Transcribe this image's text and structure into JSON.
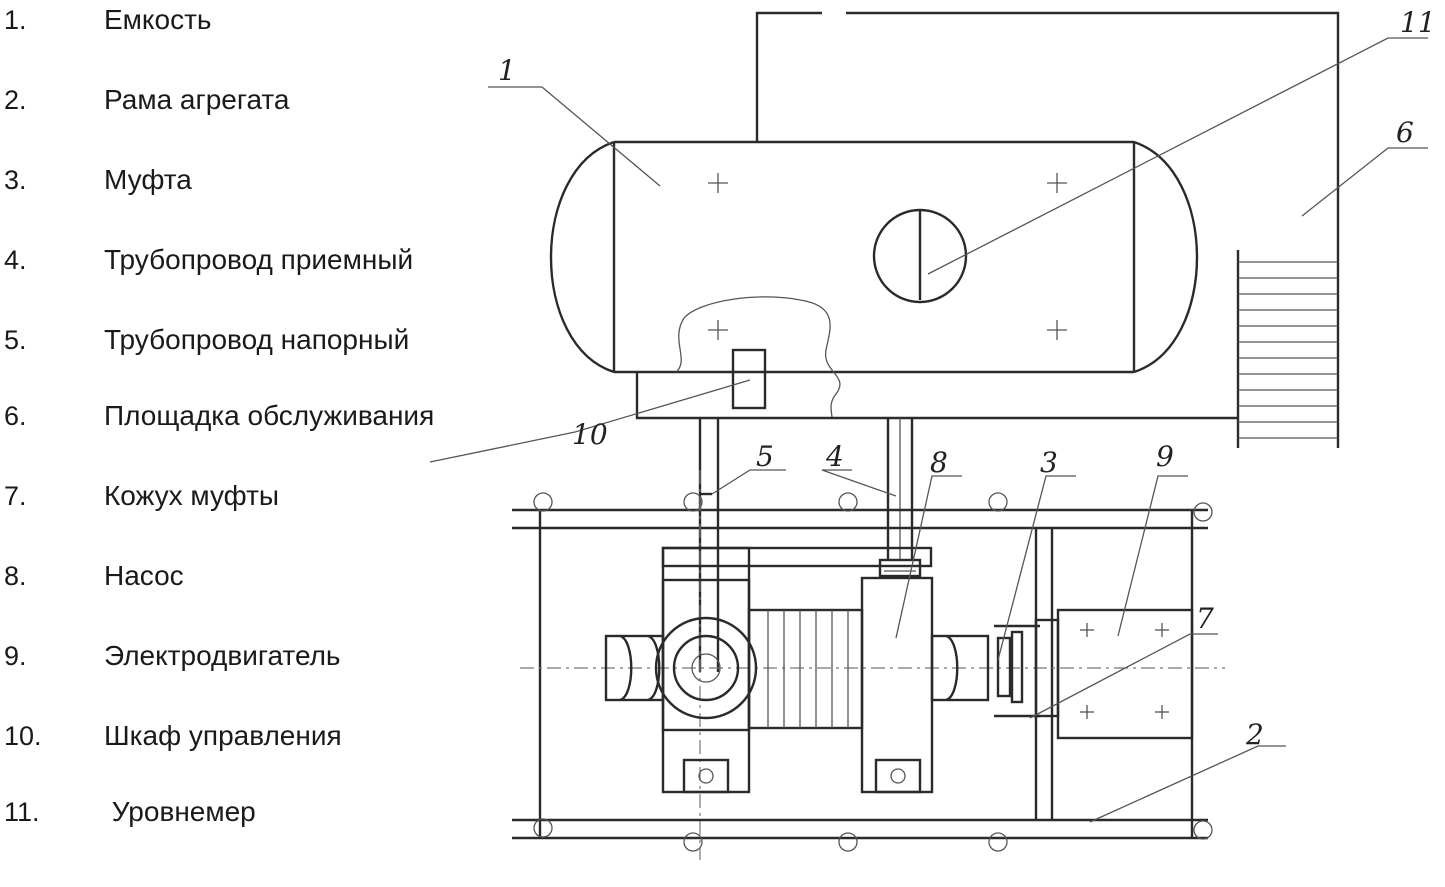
{
  "legend": [
    {
      "num": "1.",
      "text": "Емкость"
    },
    {
      "num": "2.",
      "text": "Рама агрегата"
    },
    {
      "num": "3.",
      "text": "Муфта"
    },
    {
      "num": "4.",
      "text": "Трубопровод приемный"
    },
    {
      "num": "5.",
      "text": "Трубопровод напорный"
    },
    {
      "num": "6.",
      "text": "Площадка обслуживания"
    },
    {
      "num": "7.",
      "text": "Кожух муфты"
    },
    {
      "num": "8.",
      "text": "Насос"
    },
    {
      "num": "9.",
      "text": "Электродвигатель"
    },
    {
      "num": "10.",
      "text": "Шкаф управления"
    },
    {
      "num": "11.",
      "text": " Уровнемер"
    }
  ],
  "callouts": [
    "1",
    "2",
    "3",
    "4",
    "5",
    "6",
    "7",
    "8",
    "9",
    "10",
    "11"
  ]
}
